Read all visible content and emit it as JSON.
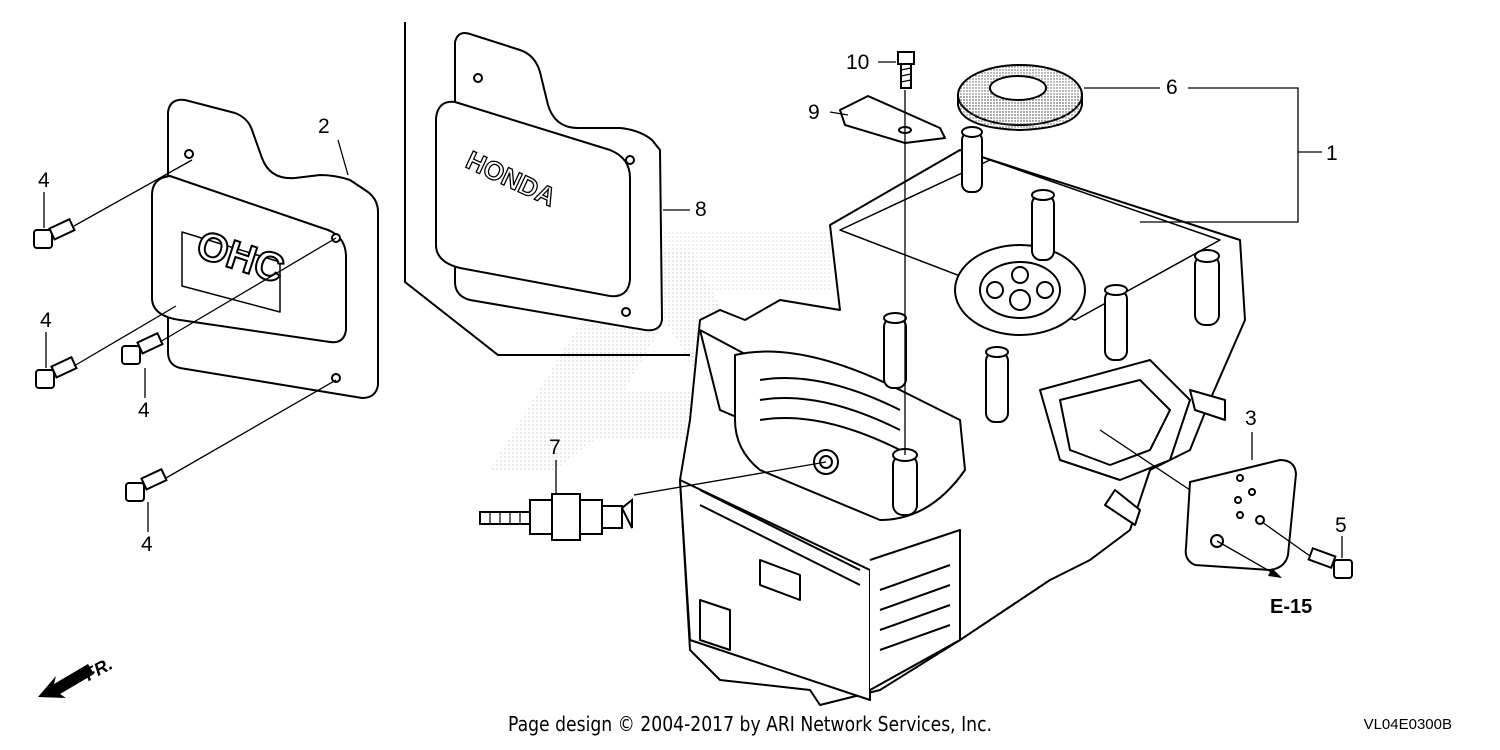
{
  "diagram": {
    "callouts": {
      "c1": "1",
      "c2": "2",
      "c3": "3",
      "c4a": "4",
      "c4b": "4",
      "c4c": "4",
      "c4d": "4",
      "c5": "5",
      "c6": "6",
      "c7": "7",
      "c8": "8",
      "c9": "9",
      "c10": "10"
    },
    "ref_label": "E-15",
    "front_marker": "FR.",
    "cover_left_text": "OHC",
    "cover_right_text": "HONDA",
    "watermark": "ARI"
  },
  "footer": {
    "copyright": "Page design © 2004-2017 by ARI Network Services, Inc.",
    "diagram_code": "VL04E0300B"
  }
}
